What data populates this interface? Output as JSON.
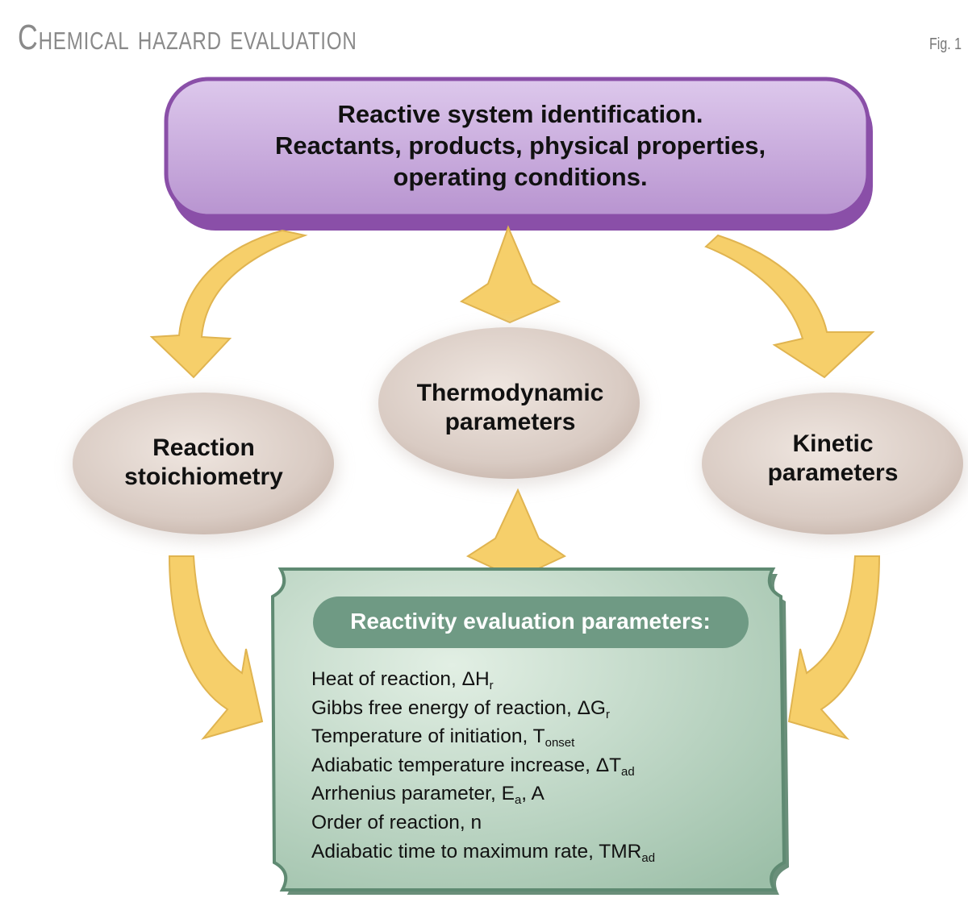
{
  "header": {
    "title": "Chemical hazard evaluation",
    "figure_label": "Fig. 1"
  },
  "top_box": {
    "lines": [
      "Reactive system identification.",
      "Reactants, products, physical properties,",
      "operating conditions."
    ]
  },
  "ovals": {
    "left": {
      "lines": [
        "Reaction",
        "stoichiometry"
      ]
    },
    "center": {
      "lines": [
        "Thermodynamic",
        "parameters"
      ]
    },
    "right": {
      "lines": [
        "Kinetic",
        "parameters"
      ]
    }
  },
  "evaluation_box": {
    "heading": "Reactivity evaluation parameters:",
    "items": [
      {
        "text": "Heat of reaction, ΔH",
        "sub": "r"
      },
      {
        "text": "Gibbs free energy of reaction, ΔG",
        "sub": "r"
      },
      {
        "text": "Temperature of initiation, T",
        "sub": "onset"
      },
      {
        "text": "Adiabatic temperature increase, ΔT",
        "sub": "ad"
      },
      {
        "text": "Arrhenius parameter, E",
        "sub": "a",
        "suffix": ", A"
      },
      {
        "text": "Order of reaction, n",
        "sub": ""
      },
      {
        "text": "Adiabatic time to maximum rate, TMR",
        "sub": "ad"
      }
    ]
  },
  "colors": {
    "purple_box": "#c9b0dc",
    "purple_border": "#8a4fa8",
    "oval": "#ddd0c8",
    "green_box": "#bcd6c3",
    "green_banner": "#6f9a84",
    "arrow": "#f6cf6a"
  }
}
